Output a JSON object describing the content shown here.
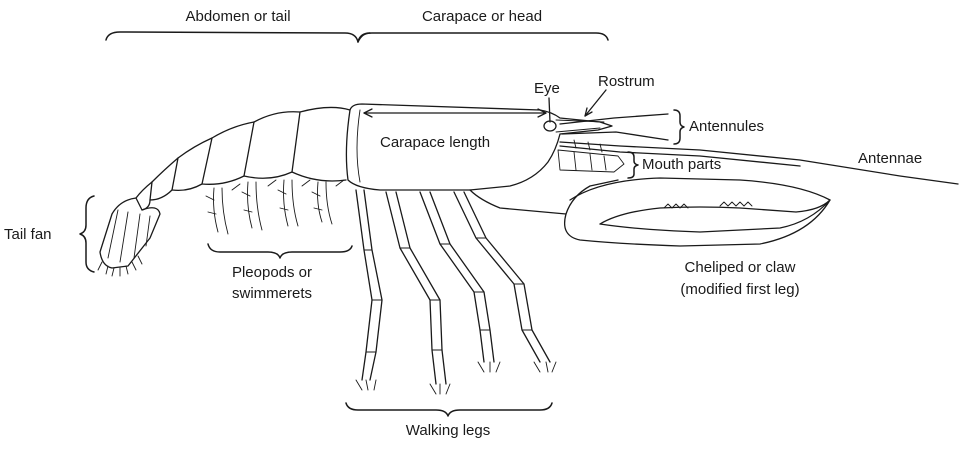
{
  "labels": {
    "abdomen": "Abdomen or tail",
    "carapace": "Carapace or head",
    "eye": "Eye",
    "rostrum": "Rostrum",
    "antennules": "Antennules",
    "carapace_length": "Carapace length",
    "mouth_parts": "Mouth parts",
    "antennae": "Antennae",
    "tail_fan": "Tail fan",
    "pleopods_line1": "Pleopods or",
    "pleopods_line2": "swimmerets",
    "cheliped_line1": "Cheliped or claw",
    "cheliped_line2": "(modified first leg)",
    "walking_legs": "Walking legs"
  }
}
